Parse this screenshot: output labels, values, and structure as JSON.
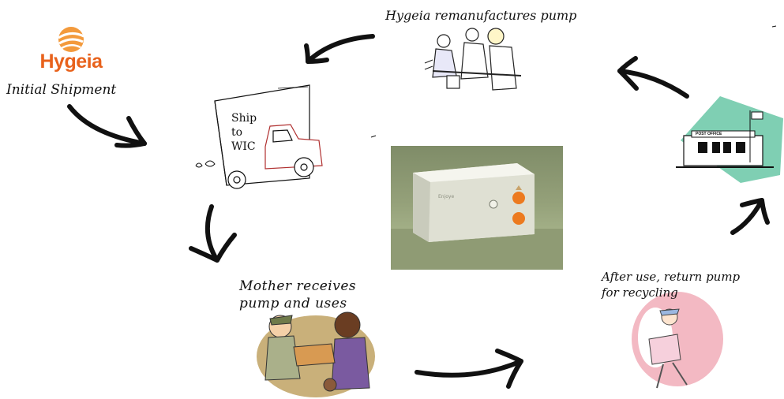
{
  "logo": {
    "text": "Hygeia",
    "color": "#e8621c"
  },
  "steps": {
    "initial_shipment": "Initial Shipment",
    "ship_to_wic": [
      "Ship",
      "to",
      "WIC"
    ],
    "mother": [
      "Mother receives",
      "pump and uses"
    ],
    "return": [
      "After use, return pump",
      "for recycling"
    ],
    "remanufacture": "Hygeia remanufactures pump"
  },
  "post_office_sign": "POST OFFICE",
  "colors": {
    "arrow": "#111111",
    "post_office_bg": "#7fcfb3",
    "courier_bg": "#f3b9c3",
    "product_bg": "#94a079"
  },
  "icons": [
    "hygeia-logo",
    "delivery-truck",
    "workers-remanufacturing",
    "post-office",
    "courier-carrying-box",
    "mother-receiving-package",
    "breast-pump-product"
  ]
}
